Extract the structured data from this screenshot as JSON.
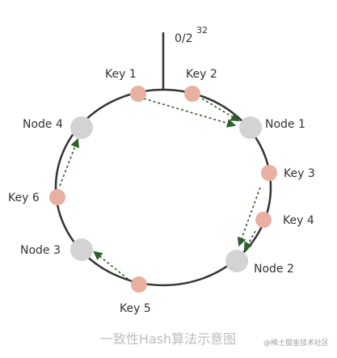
{
  "origin_label": {
    "base": "0/2",
    "exponent": "32"
  },
  "nodes": [
    {
      "id": "node1",
      "label": "Node 1"
    },
    {
      "id": "node2",
      "label": "Node 2"
    },
    {
      "id": "node3",
      "label": "Node 3"
    },
    {
      "id": "node4",
      "label": "Node 4"
    }
  ],
  "keys": [
    {
      "id": "key1",
      "label": "Key 1"
    },
    {
      "id": "key2",
      "label": "Key 2"
    },
    {
      "id": "key3",
      "label": "Key 3"
    },
    {
      "id": "key4",
      "label": "Key 4"
    },
    {
      "id": "key5",
      "label": "Key 5"
    },
    {
      "id": "key6",
      "label": "Key 6"
    }
  ],
  "mappings": [
    {
      "from": "key1",
      "to": "node1"
    },
    {
      "from": "key2",
      "to": "node1"
    },
    {
      "from": "key3",
      "to": "node2"
    },
    {
      "from": "key4",
      "to": "node2"
    },
    {
      "from": "key5",
      "to": "node3"
    },
    {
      "from": "key6",
      "to": "node4"
    }
  ],
  "caption": "一致性Hash算法示意图",
  "watermark": "@稀土掘金技术社区",
  "colors": {
    "ring": "#333333",
    "node": "#d3d3d3",
    "key": "#e8b0a0",
    "arrow": "#2e5e2a",
    "caption": "#bdbdbd"
  }
}
